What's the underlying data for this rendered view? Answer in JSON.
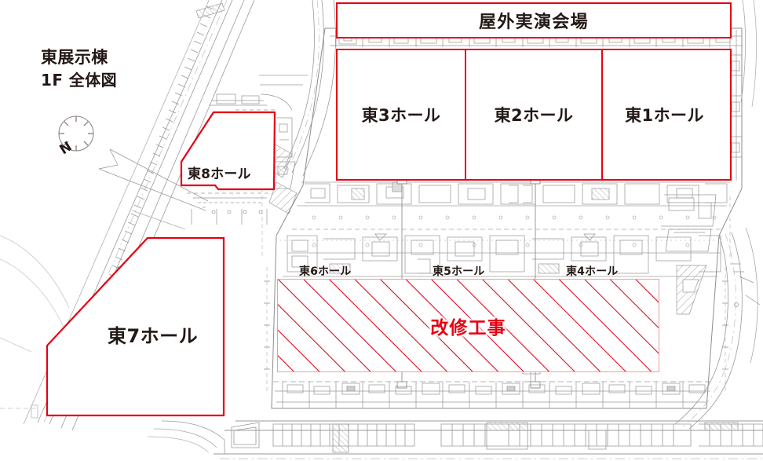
{
  "map": {
    "title_line1": "東展示棟",
    "title_line2": "1F 全体図",
    "compass_letter": "N",
    "colors": {
      "hall_outline_red": "#e60012",
      "renovation_hatch_red": "#e60012",
      "renovation_border_pink": "#f29c9f",
      "label_black": "#231815",
      "basemap_line": "#9a9a9a",
      "background": "#ffffff"
    }
  },
  "banner": {
    "label": "屋外実演会場"
  },
  "halls_top_row": [
    {
      "label": "東3ホール"
    },
    {
      "label": "東2ホール"
    },
    {
      "label": "東1ホール"
    }
  ],
  "halls_polygon": [
    {
      "id": "hall-8",
      "label": "東8ホール"
    },
    {
      "id": "hall-7",
      "label": "東7ホール"
    }
  ],
  "renovation": {
    "label": "改修工事",
    "hall_labels": [
      {
        "label": "東6ホール"
      },
      {
        "label": "東5ホール"
      },
      {
        "label": "東4ホール"
      }
    ]
  }
}
